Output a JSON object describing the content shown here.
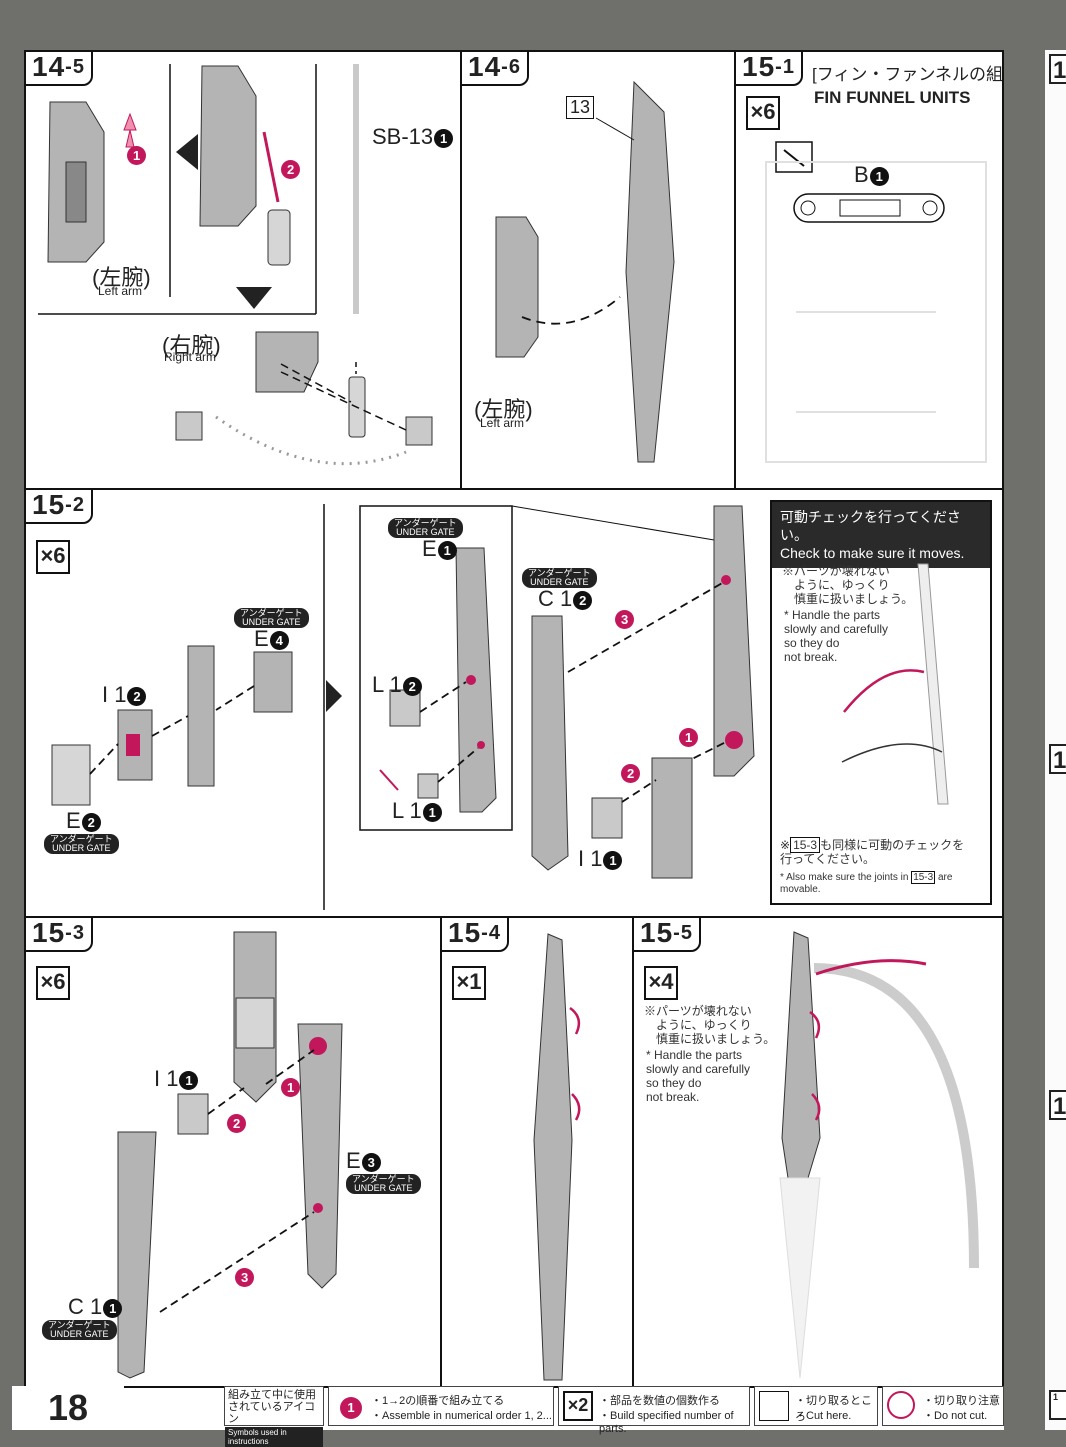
{
  "page": {
    "number": "18",
    "colors": {
      "accent": "#c2185b",
      "ink": "#111111",
      "part_gray": "#b4b4b4",
      "border_gray": "#6f6f6c"
    }
  },
  "steps": {
    "s14_5": {
      "num": "14",
      "sub": "-5",
      "left_arm_jp": "(左腕)",
      "left_arm_en": "Left arm",
      "right_arm_jp": "(右腕)",
      "right_arm_en": "Right arm",
      "part": "SB-13",
      "part_mark": "1",
      "order1": "1",
      "order2": "2"
    },
    "s14_6": {
      "num": "14",
      "sub": "-6",
      "callout": "13",
      "left_arm_jp": "(左腕)",
      "left_arm_en": "Left arm"
    },
    "s15_1": {
      "num": "15",
      "sub": "-1",
      "title_jp": "[フィン・ファンネルの組立]",
      "title_en": "FIN FUNNEL UNITS",
      "mult": "×6",
      "part": "B",
      "part_mark": "1"
    },
    "s15_2": {
      "num": "15",
      "sub": "-2",
      "mult": "×6",
      "parts": {
        "i1_2": "I 1",
        "e4": "E",
        "e2": "E",
        "e1": "E",
        "c1_2": "C 1",
        "l1_2": "L 1",
        "l1_1": "L 1",
        "i1_1": "I 1"
      },
      "marks": {
        "i1_2": "2",
        "e4": "4",
        "e2": "2",
        "e1": "1",
        "c1_2": "2",
        "l1_2": "2",
        "l1_1": "1",
        "i1_1": "1"
      },
      "gate_jp": "アンダーゲート",
      "gate_en": "UNDER GATE",
      "order1": "1",
      "order2": "2",
      "order3": "3"
    },
    "check": {
      "head_jp": "可動チェックを行ってください。",
      "head_en": "Check to make sure it moves.",
      "note_jp": "※パーツが壊れない\n　ように、ゆっくり\n　慎重に扱いましょう。",
      "note_en": "* Handle the parts\n  slowly and carefully\n  so they do\n  not break.",
      "ref_prefix": "※",
      "ref_step": "15-3",
      "ref_jp": "も同様に可動のチェックを\n  行ってください。",
      "ref_en_1": "* Also make sure the joints in",
      "ref_en_2": "are",
      "ref_en_3": "movable."
    },
    "s15_3": {
      "num": "15",
      "sub": "-3",
      "mult": "×6",
      "i1": "I 1",
      "i1_mark": "1",
      "e3": "E",
      "e3_mark": "3",
      "c1": "C 1",
      "c1_mark": "1",
      "gate_jp": "アンダーゲート",
      "gate_en": "UNDER GATE",
      "order1": "1",
      "order2": "2",
      "order3": "3"
    },
    "s15_4": {
      "num": "15",
      "sub": "-4",
      "mult": "×1"
    },
    "s15_5": {
      "num": "15",
      "sub": "-5",
      "mult": "×4",
      "note_jp": "※パーツが壊れない\n　ように、ゆっくり\n　慎重に扱いましょう。",
      "note_en": "* Handle the parts\n  slowly and carefully\n  so they do\n  not break."
    }
  },
  "legend": {
    "title_jp": "組み立て中に使用\nされているアイコン",
    "title_en": "Symbols used in instructions",
    "order_jp": "・1→2の順番で組み立てる",
    "order_en": "・Assemble in numerical order 1, 2...",
    "mult_icon": "×2",
    "mult_jp": "・部品を数値の個数作る",
    "mult_en": "・Build specified number of parts.",
    "cut_jp": "・切り取るところ",
    "cut_en": "・Cut here.",
    "nocut_jp": "・切り取り注意",
    "nocut_en": "・Do not cut."
  },
  "next_page": {
    "tab_1": "1",
    "tab_2": "1",
    "tab_3": "1",
    "tab_4": "1"
  }
}
